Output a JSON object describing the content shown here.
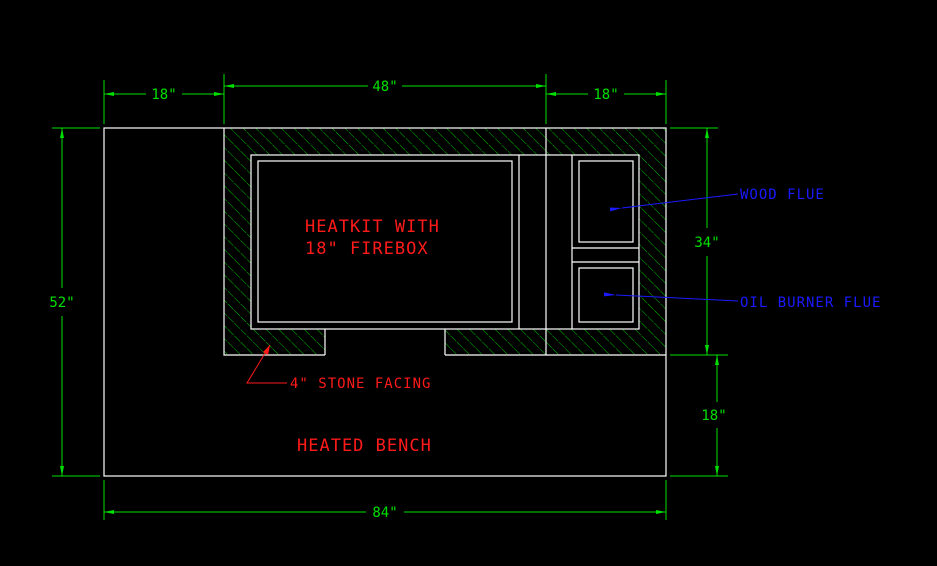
{
  "dimensions": {
    "left_width": "18\"",
    "center_width": "48\"",
    "right_width": "18\"",
    "total_width": "84\"",
    "total_depth": "52\"",
    "stove_depth": "34\"",
    "bench_depth": "18\""
  },
  "labels": {
    "heatkit_line1": "HEATKIT WITH",
    "heatkit_line2": "18\" FIREBOX",
    "stone_facing": "4\" STONE FACING",
    "heated_bench": "HEATED BENCH",
    "wood_flue": "WOOD FLUE",
    "oil_flue": "OIL BURNER FLUE"
  },
  "colors": {
    "dimension": "#00e000",
    "outline": "#ffffff",
    "note": "#ff1a1a",
    "flue": "#1a1aff"
  }
}
